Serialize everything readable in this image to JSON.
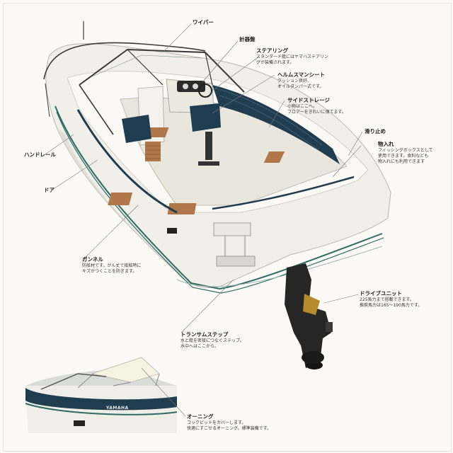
{
  "labels": {
    "wiper": {
      "title": "ワイパー"
    },
    "gauge": {
      "title": "計器盤"
    },
    "steering": {
      "title": "ステアリング",
      "lines": [
        "スタンダード艇にはヤマハステアリン",
        "グが装備されます。"
      ]
    },
    "helm_seat": {
      "title": "ヘルムスマンシート",
      "lines": [
        "クッション良好、",
        "オイルダンパー式です。"
      ]
    },
    "side_storage": {
      "title": "サイドストレージ",
      "lines": [
        "小物はここへ。",
        "フロアーをきれいに保てます。"
      ]
    },
    "anti_slip": {
      "title": "滑り止め"
    },
    "storage": {
      "title": "物入れ",
      "lines": [
        "フィッシングボックスとして",
        "使用できます。食料なども",
        "物入れにも利用できます"
      ]
    },
    "handrail": {
      "title": "ハンドレール"
    },
    "door": {
      "title": "ドア"
    },
    "gunwale": {
      "title": "ガンネル",
      "lines": [
        "防舷材です。がん丈で接舷時に",
        "キズがつくことを防ぎます。"
      ]
    },
    "drive_unit": {
      "title": "ドライブユニット",
      "lines": [
        "225馬力まで搭載できます。",
        "推奨馬力は165～190馬力です。"
      ]
    },
    "transom_step": {
      "title": "トランサムステップ",
      "lines": [
        "水と艇を密接につなぐステップ。",
        "水中へはここから。"
      ]
    },
    "awning": {
      "title": "オーニング",
      "lines": [
        "コックピットをカバーします。",
        "快適にすごせるオーニング。標準装備です。"
      ]
    }
  },
  "brand_mark": "YAMAHA",
  "colors": {
    "hull": "#f1efe9",
    "stripe": "#2f6b63",
    "seat": "#1f3d4f",
    "wood": "#b0784a",
    "leader": "#7a7a7a",
    "engine": "#262626"
  }
}
